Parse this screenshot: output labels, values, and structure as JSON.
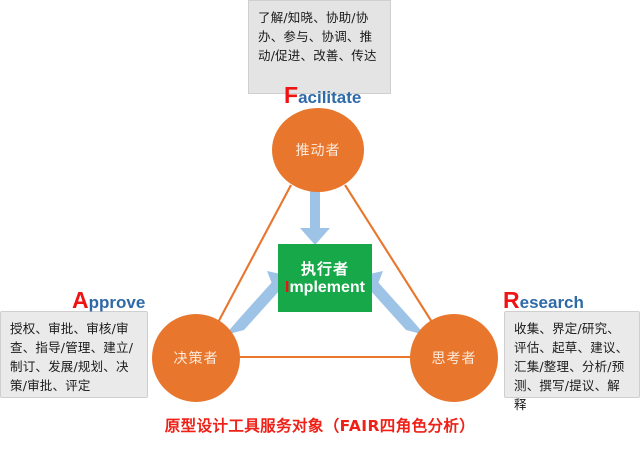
{
  "diagram": {
    "title": "原型设计工具服务对象（FAIR四角色分析）",
    "colors": {
      "circle_orange": "#e8762c",
      "center_green": "#17a84a",
      "arrow_blue": "#9dc3e6",
      "triangle_line": "#e8762c",
      "cap_red": "#ef1414",
      "word_blue": "#2f6aa8",
      "box_grey": "#e7e7e7",
      "caption_red": "#ee2017"
    },
    "center": {
      "role_cn": "执行者",
      "role_en_cap": "I",
      "role_en_rest": "mplement"
    },
    "nodes": [
      {
        "id": "facilitate",
        "role_cn": "推动者",
        "label_cap": "F",
        "label_rest": "acilitate",
        "description": "了解/知晓、协助/协办、参与、协调、推动/促进、改善、传达"
      },
      {
        "id": "approve",
        "role_cn": "决策者",
        "label_cap": "A",
        "label_rest": "pprove",
        "description": "授权、审批、审核/审查、指导/管理、建立/制订、发展/规划、决策/审批、评定"
      },
      {
        "id": "research",
        "role_cn": "思考者",
        "label_cap": "R",
        "label_rest": "esearch",
        "description": "收集、界定/研究、评估、起草、建议、汇集/整理、分析/预测、撰写/提议、解释"
      }
    ]
  }
}
